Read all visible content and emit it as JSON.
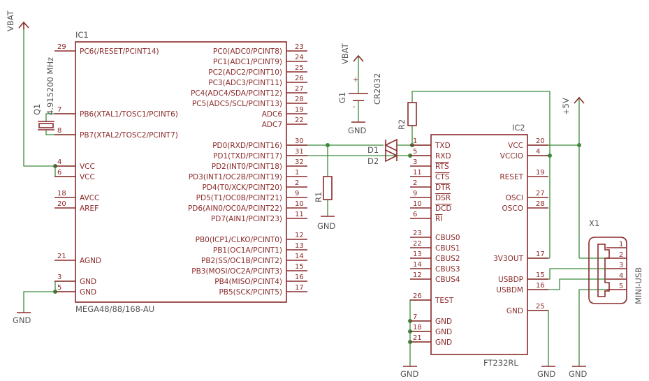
{
  "ic1": {
    "name": "IC1",
    "value": "MEGA48/88/168-AU",
    "left_pins": [
      {
        "num": "29",
        "label": "PC6(/RESET/PCINT14)"
      },
      {
        "num": "7",
        "label": "PB6(XTAL1/TOSC1/PCINT6)"
      },
      {
        "num": "8",
        "label": "PB7(XTAL2/TOSC2/PCINT7)"
      },
      {
        "num": "4",
        "label": "VCC"
      },
      {
        "num": "6",
        "label": "VCC"
      },
      {
        "num": "18",
        "label": "AVCC"
      },
      {
        "num": "20",
        "label": "AREF"
      },
      {
        "num": "21",
        "label": "AGND"
      },
      {
        "num": "3",
        "label": "GND"
      },
      {
        "num": "5",
        "label": "GND"
      }
    ],
    "right_pins": [
      {
        "num": "23",
        "label": "PC0(ADC0/PCINT8)"
      },
      {
        "num": "24",
        "label": "PC1(ADC1/PCINT9)"
      },
      {
        "num": "25",
        "label": "PC2(ADC2/PCINT10)"
      },
      {
        "num": "26",
        "label": "PC3(ADC3/PCINT11)"
      },
      {
        "num": "27",
        "label": "PC4(ADC4/SDA/PCINT12)"
      },
      {
        "num": "28",
        "label": "PC5(ADC5/SCL/PCINT13)"
      },
      {
        "num": "19",
        "label": "ADC6"
      },
      {
        "num": "22",
        "label": "ADC7"
      },
      {
        "num": "30",
        "label": "PD0(RXD/PCINT16)"
      },
      {
        "num": "31",
        "label": "PD1(TXD/PCINT17)"
      },
      {
        "num": "32",
        "label": "PD2(INT0/PCINT18)"
      },
      {
        "num": "1",
        "label": "PD3(INT1/OC2B/PCINT19)"
      },
      {
        "num": "2",
        "label": "PD4(T0/XCK/PCINT20)"
      },
      {
        "num": "9",
        "label": "PD5(T1/OC0B/PCINT21)"
      },
      {
        "num": "10",
        "label": "PD6(AIN0/OC0A/PCINT22)"
      },
      {
        "num": "11",
        "label": "PD7(AIN1/PCINT23)"
      },
      {
        "num": "12",
        "label": "PB0(ICP1/CLKO/PCINT0)"
      },
      {
        "num": "13",
        "label": "PB1(OC1A/PCINT1)"
      },
      {
        "num": "14",
        "label": "PB2(SS/OC1B/PCINT2)"
      },
      {
        "num": "15",
        "label": "PB3(MOSI/OC2A/PCINT3)"
      },
      {
        "num": "16",
        "label": "PB4(MISO/PCINT4)"
      },
      {
        "num": "17",
        "label": "PB5(SCK/PCINT5)"
      }
    ]
  },
  "ic2": {
    "name": "IC2",
    "value": "FT232RL",
    "left_pins": [
      {
        "num": "1",
        "label": "TXD"
      },
      {
        "num": "5",
        "label": "RXD"
      },
      {
        "num": "3",
        "label": "RTS"
      },
      {
        "num": "11",
        "label": "CTS"
      },
      {
        "num": "2",
        "label": "DTR"
      },
      {
        "num": "9",
        "label": "DSR"
      },
      {
        "num": "10",
        "label": "DCD"
      },
      {
        "num": "6",
        "label": "RI"
      },
      {
        "num": "23",
        "label": "CBUS0"
      },
      {
        "num": "22",
        "label": "CBUS1"
      },
      {
        "num": "13",
        "label": "CBUS2"
      },
      {
        "num": "14",
        "label": "CBUS3"
      },
      {
        "num": "12",
        "label": "CBUS4"
      },
      {
        "num": "26",
        "label": "TEST"
      },
      {
        "num": "7",
        "label": "GND"
      },
      {
        "num": "18",
        "label": "GND"
      },
      {
        "num": "21",
        "label": "GND"
      }
    ],
    "right_pins": [
      {
        "num": "20",
        "label": "VCC"
      },
      {
        "num": "4",
        "label": "VCCIO"
      },
      {
        "num": "19",
        "label": "RESET"
      },
      {
        "num": "27",
        "label": "OSCI"
      },
      {
        "num": "28",
        "label": "OSCO"
      },
      {
        "num": "17",
        "label": "3V3OUT"
      },
      {
        "num": "15",
        "label": "USBDP"
      },
      {
        "num": "16",
        "label": "USBDM"
      },
      {
        "num": "25",
        "label": "GND"
      }
    ]
  },
  "x1": {
    "name": "X1",
    "value": "MINI-USB",
    "pins": [
      "1",
      "2",
      "3",
      "4",
      "5"
    ]
  },
  "q1": {
    "name": "Q1",
    "value": "4.915200 MHz"
  },
  "g1": {
    "name": "G1",
    "value": "CR2032",
    "plus": "+",
    "minus": "-"
  },
  "r1": {
    "name": "R1"
  },
  "r2": {
    "name": "R2"
  },
  "d1": {
    "name": "D1"
  },
  "d2": {
    "name": "D2"
  },
  "supplies": {
    "vbat": "VBAT",
    "plus5v": "+5V",
    "gnd": "GND"
  }
}
